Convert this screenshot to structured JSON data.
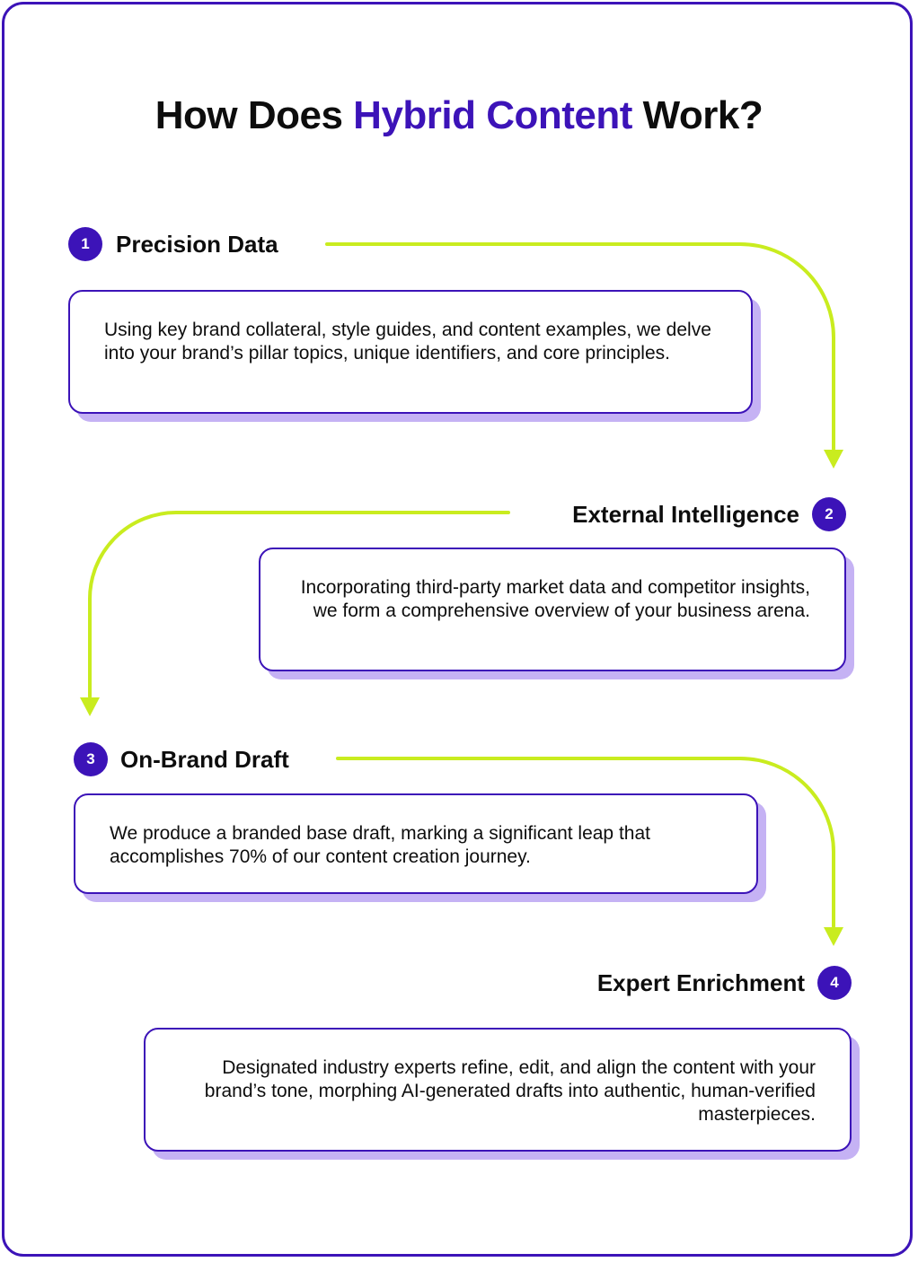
{
  "title": {
    "prefix": "How Does ",
    "highlight": "Hybrid Content",
    "suffix": " Work?"
  },
  "colors": {
    "brand": "#3c13b8",
    "arrow": "#c9ec1f",
    "shadow": "#c5b2f4",
    "text": "#0d0d0d"
  },
  "steps": [
    {
      "number": "1",
      "heading": "Precision Data",
      "text": "Using key brand collateral, style guides, and content examples, we delve into your brand’s pillar topics, unique identifiers, and core principles."
    },
    {
      "number": "2",
      "heading": "External Intelligence",
      "text": "Incorporating third-party market data and competitor insights, we form a comprehensive overview of your business arena."
    },
    {
      "number": "3",
      "heading": "On-Brand Draft",
      "text": "We produce a branded base draft, marking a significant leap that accomplishes 70% of our content creation journey."
    },
    {
      "number": "4",
      "heading": "Expert Enrichment",
      "text": "Designated industry experts refine, edit, and align the content with your brand’s tone, morphing AI-generated drafts into authentic, human-verified masterpieces."
    }
  ]
}
